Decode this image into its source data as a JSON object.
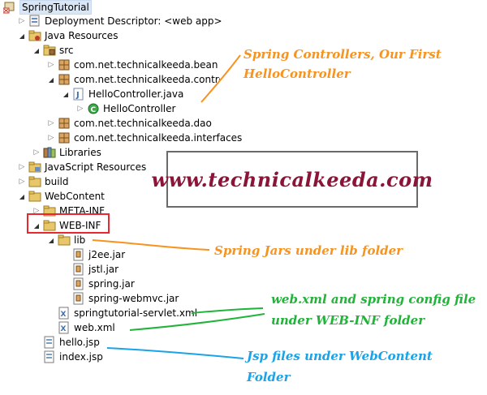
{
  "tree": {
    "project": "SpringTutorial",
    "deployment_descriptor": "Deployment Descriptor: <web app>",
    "java_resources": "Java Resources",
    "src": "src",
    "pkg_bean": "com.net.technicalkeeda.bean",
    "pkg_controller": "com.net.technicalkeeda.controller",
    "file_hellocontroller_java": "HelloController.java",
    "class_hellocontroller": "HelloController",
    "pkg_dao": "com.net.technicalkeeda.dao",
    "pkg_interfaces": "com.net.technicalkeeda.interfaces",
    "libraries": "Libraries",
    "javascript_resources": "JavaScript Resources",
    "build": "build",
    "webcontent": "WebContent",
    "meta_inf": "META-INF",
    "web_inf": "WEB-INF",
    "lib": "lib",
    "jar_j2ee": "j2ee.jar",
    "jar_jstl": "jstl.jar",
    "jar_spring": "spring.jar",
    "jar_spring_webmvc": "spring-webmvc.jar",
    "file_servlet_xml": "springtutorial-servlet.xml",
    "file_web_xml": "web.xml",
    "file_hello_jsp": "hello.jsp",
    "file_index_jsp": "index.jsp"
  },
  "annotations": {
    "controllers_line1": "Spring Controllers, Our First",
    "controllers_line2": "HelloController",
    "jars": "Spring Jars under lib folder",
    "config_line1": "web.xml and spring config file",
    "config_line2": "under WEB-INF folder",
    "jsp_line1": "Jsp files under WebContent",
    "jsp_line2": "Folder"
  },
  "brand": "www.technicalkeeda.com",
  "colors": {
    "orange": "#f7931e",
    "green": "#22b33a",
    "blue": "#1aa3e8",
    "brand": "#8a1538",
    "highlight": "#e8282e"
  },
  "icons": {
    "project": "web-project-icon",
    "deployment": "deployment-descriptor-icon",
    "java_resources": "java-resources-icon",
    "source_folder": "source-folder-icon",
    "package": "package-icon",
    "java_file": "java-file-icon",
    "class": "class-icon",
    "libraries": "libraries-icon",
    "folder": "folder-icon",
    "jar": "jar-icon",
    "xml": "xml-file-icon",
    "jsp": "jsp-file-icon"
  }
}
